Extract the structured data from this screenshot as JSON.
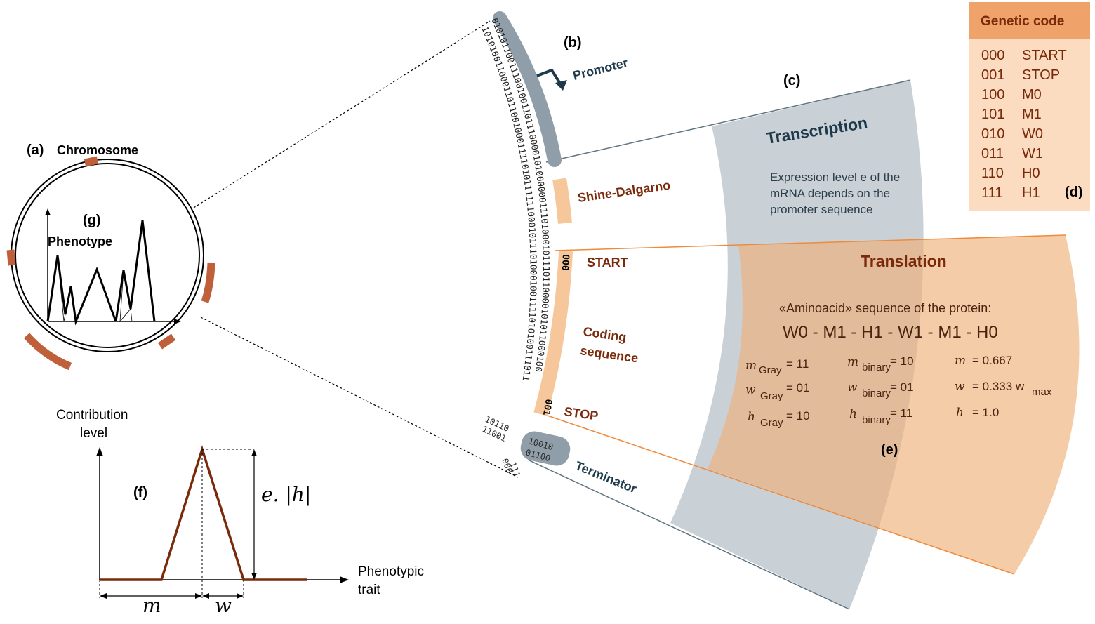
{
  "panels": {
    "a": "(a)",
    "b": "(b)",
    "c": "(c)",
    "d": "(d)",
    "e": "(e)",
    "f": "(f)",
    "g": "(g)"
  },
  "chromosome": {
    "title": "Chromosome"
  },
  "phenotype": {
    "title": "Phenotype"
  },
  "genome": {
    "promoter_label": "Promoter",
    "shine_dalgarno_label": "Shine-Dalgarno",
    "start_label": "START",
    "coding_label_line1": "Coding",
    "coding_label_line2": "sequence",
    "stop_label": "STOP",
    "terminator_label": "Terminator",
    "seq_outer": "01010110011100100110111000010100000011101000101110110000101011000100",
    "seq_inner": "10101001100011011001000111101011111100010111010001001111010100111011",
    "seq_start": "000",
    "seq_stop": "001",
    "term_seq1": "10010",
    "term_seq2": "01100",
    "tail_seq1": "10110",
    "tail_seq2": "11001",
    "tail_seq3": "000",
    "tail_seq4": "111"
  },
  "transcription": {
    "title": "Transcription",
    "text_line1": "Expression level e of the",
    "text_line2": "mRNA depends on the",
    "text_line3": "promoter sequence",
    "color": "#c9d0d6"
  },
  "translation": {
    "title": "Translation",
    "subtitle": "«Aminoacid» sequence of the protein:",
    "sequence": "W0 - M1 - H1 - W1 - M1 - H0",
    "m_gray_label": "m",
    "m_gray_sub": "Gray",
    "m_gray_value": "= 11",
    "w_gray_label": "w",
    "w_gray_sub": "Gray",
    "w_gray_value": "= 01",
    "h_gray_label": "h",
    "h_gray_sub": "Gray",
    "h_gray_value": "= 10",
    "m_bin_label": "m",
    "m_bin_sub": "binary",
    "m_bin_value": "= 10",
    "w_bin_label": "w",
    "w_bin_sub": "binary",
    "w_bin_value": "= 01",
    "h_bin_label": "h",
    "h_bin_sub": "binary",
    "h_bin_value": "= 11",
    "m_val_label": "m",
    "m_val_value": "= 0.667",
    "w_val_label": "w",
    "w_val_value": "= 0.333 w",
    "w_val_sub": "max",
    "h_val_label": "h",
    "h_val_value": "= 1.0",
    "color": "#f6c79a"
  },
  "genetic_code": {
    "title": "Genetic code",
    "entries": [
      {
        "codon": "000",
        "meaning": "START"
      },
      {
        "codon": "001",
        "meaning": "STOP"
      },
      {
        "codon": "100",
        "meaning": "M0"
      },
      {
        "codon": "101",
        "meaning": "M1"
      },
      {
        "codon": "010",
        "meaning": "W0"
      },
      {
        "codon": "011",
        "meaning": "W1"
      },
      {
        "codon": "110",
        "meaning": "H0"
      },
      {
        "codon": "111",
        "meaning": "H1"
      }
    ],
    "header_color": "#efa26a",
    "body_color": "#fbdcc0"
  },
  "contribution": {
    "ylabel_line1": "Contribution",
    "ylabel_line2": "level",
    "xlabel_line1": "Phenotypic",
    "xlabel_line2": "trait",
    "height_label": "e. |h|",
    "m_label": "m",
    "w_label": "w"
  },
  "colors": {
    "accent_brown": "#7a2a0a",
    "segment": "#c0603a",
    "dark_text": "#1e3a4a",
    "orange_line": "#f08a3a"
  }
}
